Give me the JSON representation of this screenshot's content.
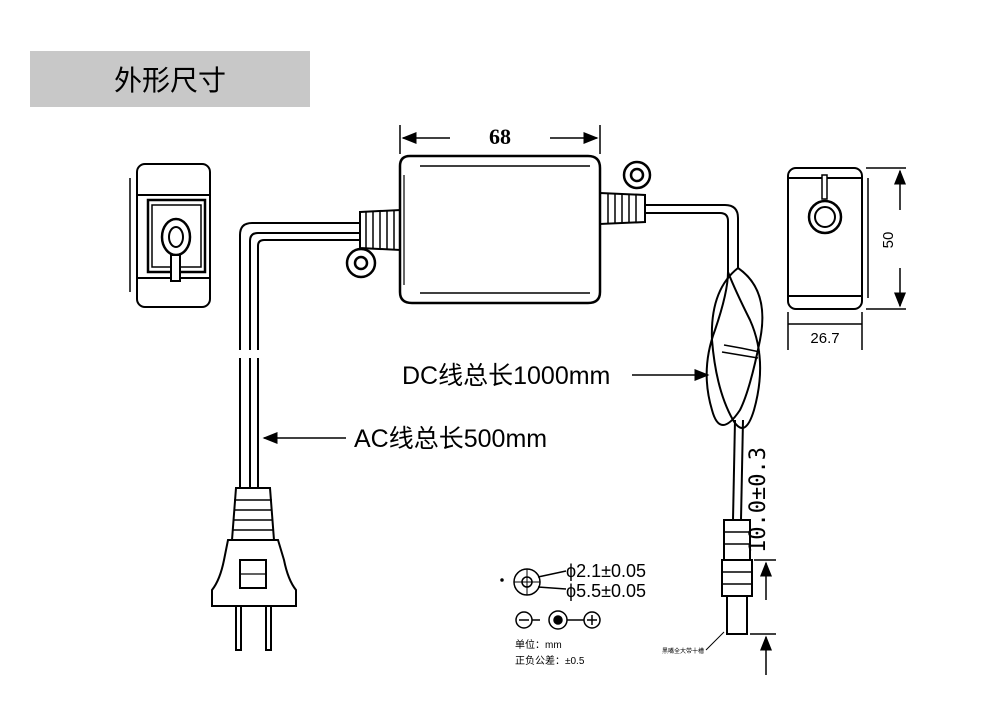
{
  "header": {
    "title": "外形尺寸",
    "bg_color": "#c8c8c8"
  },
  "dimensions": {
    "body_length": "68",
    "side_height": "50",
    "side_width": "26.7",
    "plug_length": "10.0±0.3"
  },
  "cables": {
    "dc_label": "DC线总长1000mm",
    "ac_label": "AC线总长500mm"
  },
  "connector": {
    "inner_diameter": "ϕ2.1±0.05",
    "outer_diameter": "ϕ5.5±0.05",
    "polarity_minus": "−",
    "polarity_plus": "+"
  },
  "notes": {
    "unit": "单位：mm",
    "tolerance": "正负公差：±0.5",
    "small_note": "黑嘴全大带十槽"
  },
  "icons": [
    "power-adapter-body",
    "ac-plug",
    "dc-barrel-plug",
    "polarity-symbol",
    "end-view-ac",
    "end-view-dc"
  ]
}
